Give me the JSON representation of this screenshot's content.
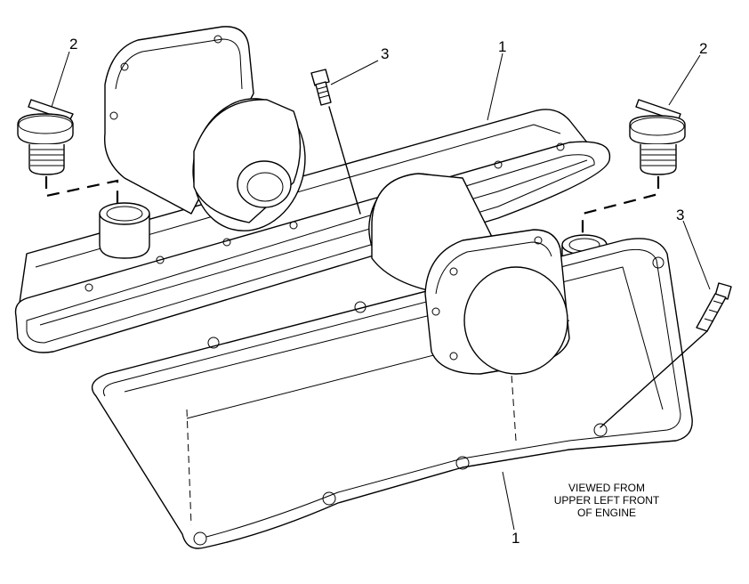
{
  "callouts": {
    "top_left_2": "2",
    "top_center_3": "3",
    "top_center_1": "1",
    "top_right_2": "2",
    "right_3": "3",
    "bottom_1": "1"
  },
  "view_note": {
    "line1": "VIEWED FROM",
    "line2": "UPPER LEFT FRONT",
    "line3": "OF ENGINE"
  },
  "colors": {
    "ink": "#000000",
    "paper": "#ffffff"
  }
}
